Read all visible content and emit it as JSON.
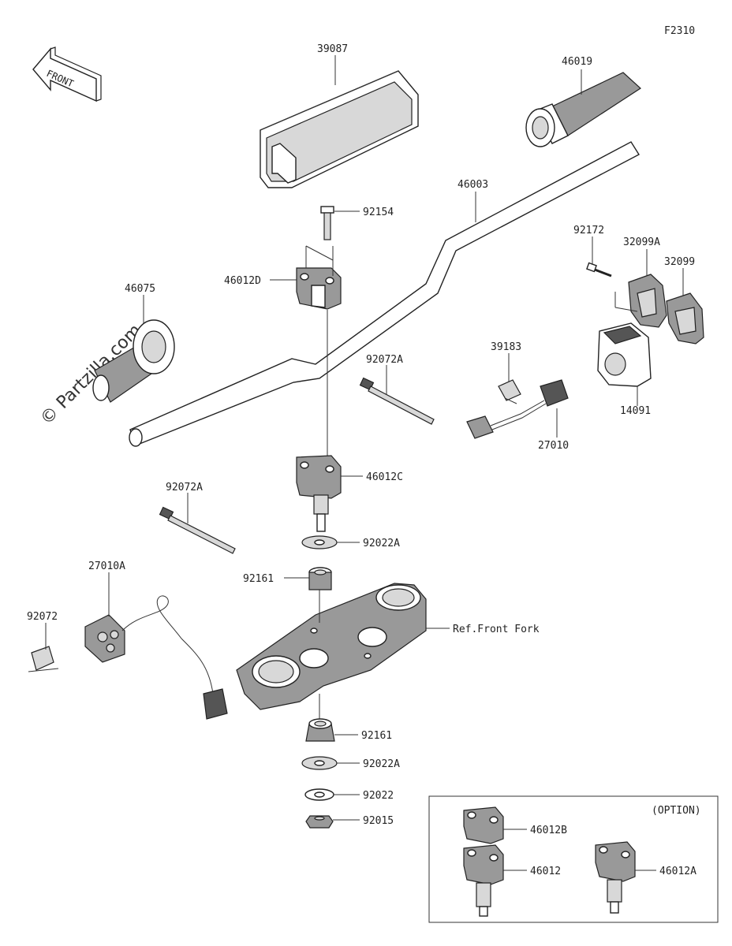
{
  "diagram": {
    "code": "F2310",
    "front_label": "FRONT",
    "watermark": "© Partzilla.com",
    "option_label": "(OPTION)",
    "ref_label": "Ref.Front Fork",
    "parts": {
      "p39087": "39087",
      "p46019": "46019",
      "p46003": "46003",
      "p92154": "92154",
      "p46012D": "46012D",
      "p46075": "46075",
      "p92172": "92172",
      "p32099A": "32099A",
      "p32099": "32099",
      "p39183": "39183",
      "p92072A_1": "92072A",
      "p14091": "14091",
      "p27010": "27010",
      "p46012C": "46012C",
      "p92072A_2": "92072A",
      "p92022A_1": "92022A",
      "p27010A": "27010A",
      "p92161_1": "92161",
      "p92072": "92072",
      "p92161_2": "92161",
      "p92022A_2": "92022A",
      "p92022": "92022",
      "p92015": "92015",
      "p46012B": "46012B",
      "p46012": "46012",
      "p46012A": "46012A"
    }
  }
}
